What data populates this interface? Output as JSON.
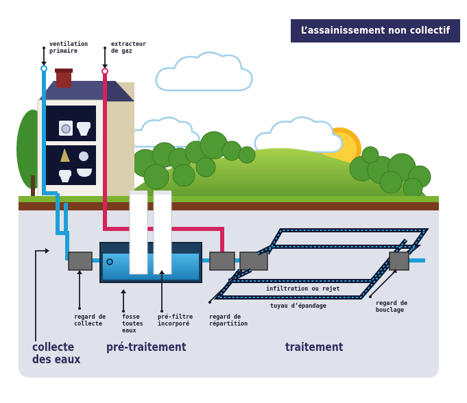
{
  "title": "L’assainissement non collectif",
  "labels": {
    "ventilation": "ventilation\nprimaire",
    "extracteur": "extracteur\nde gaz",
    "regard_collecte": "regard de\ncollecte",
    "fosse": "fosse\ntoutes\neaux",
    "prefiltre": "pré-filtre\nincorporé",
    "regard_repartition": "regard de\nrépartition",
    "infiltration": "infiltration ou rejet",
    "tuyau": "tuyau d’épandage",
    "regard_bouclage": "regard de\nbouclage"
  },
  "sections": {
    "collecte": "collecte\ndes eaux",
    "pretraitement": "pré-traitement",
    "traitement": "traitement"
  },
  "colors": {
    "navy": "#2e2d5f",
    "water_blue": "#1e9fd8",
    "gas_pink": "#d3245b",
    "grass": "#8cbf3a",
    "soil": "#7a3c1e",
    "underground": "#dfe2ea"
  },
  "icons": [
    "tree-icon",
    "cloud-icon",
    "sun-icon",
    "house-icon",
    "washing-machine-icon",
    "toilet-icon",
    "sink-icon"
  ]
}
